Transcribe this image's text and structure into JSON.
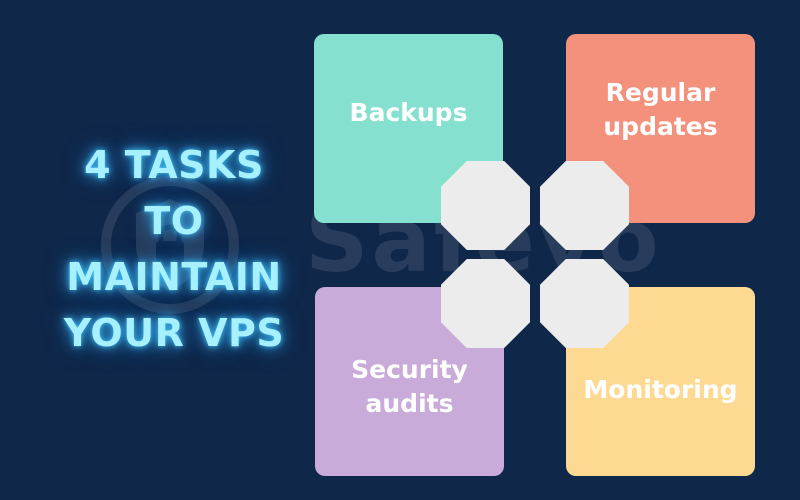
{
  "headline": {
    "lines": [
      "4 TASKS",
      "TO",
      "MAINTAIN",
      "YOUR VPS"
    ]
  },
  "watermark": {
    "text": "Safeyo"
  },
  "tasks": [
    {
      "name": "backups",
      "label": "Backups",
      "color": "#85e0d0"
    },
    {
      "name": "updates",
      "label": "Regular updates",
      "lines": [
        "Regular",
        "updates"
      ],
      "color": "#f4917c"
    },
    {
      "name": "security",
      "label": "Security audits",
      "lines": [
        "Security",
        "audits"
      ],
      "color": "#c9abd9"
    },
    {
      "name": "monitoring",
      "label": "Monitoring",
      "color": "#fdd992"
    }
  ],
  "colors": {
    "background": "#0f2749",
    "headline_glow": "#40c4ff",
    "headline_text": "#a6f0ff",
    "octagon": "#ececec"
  }
}
